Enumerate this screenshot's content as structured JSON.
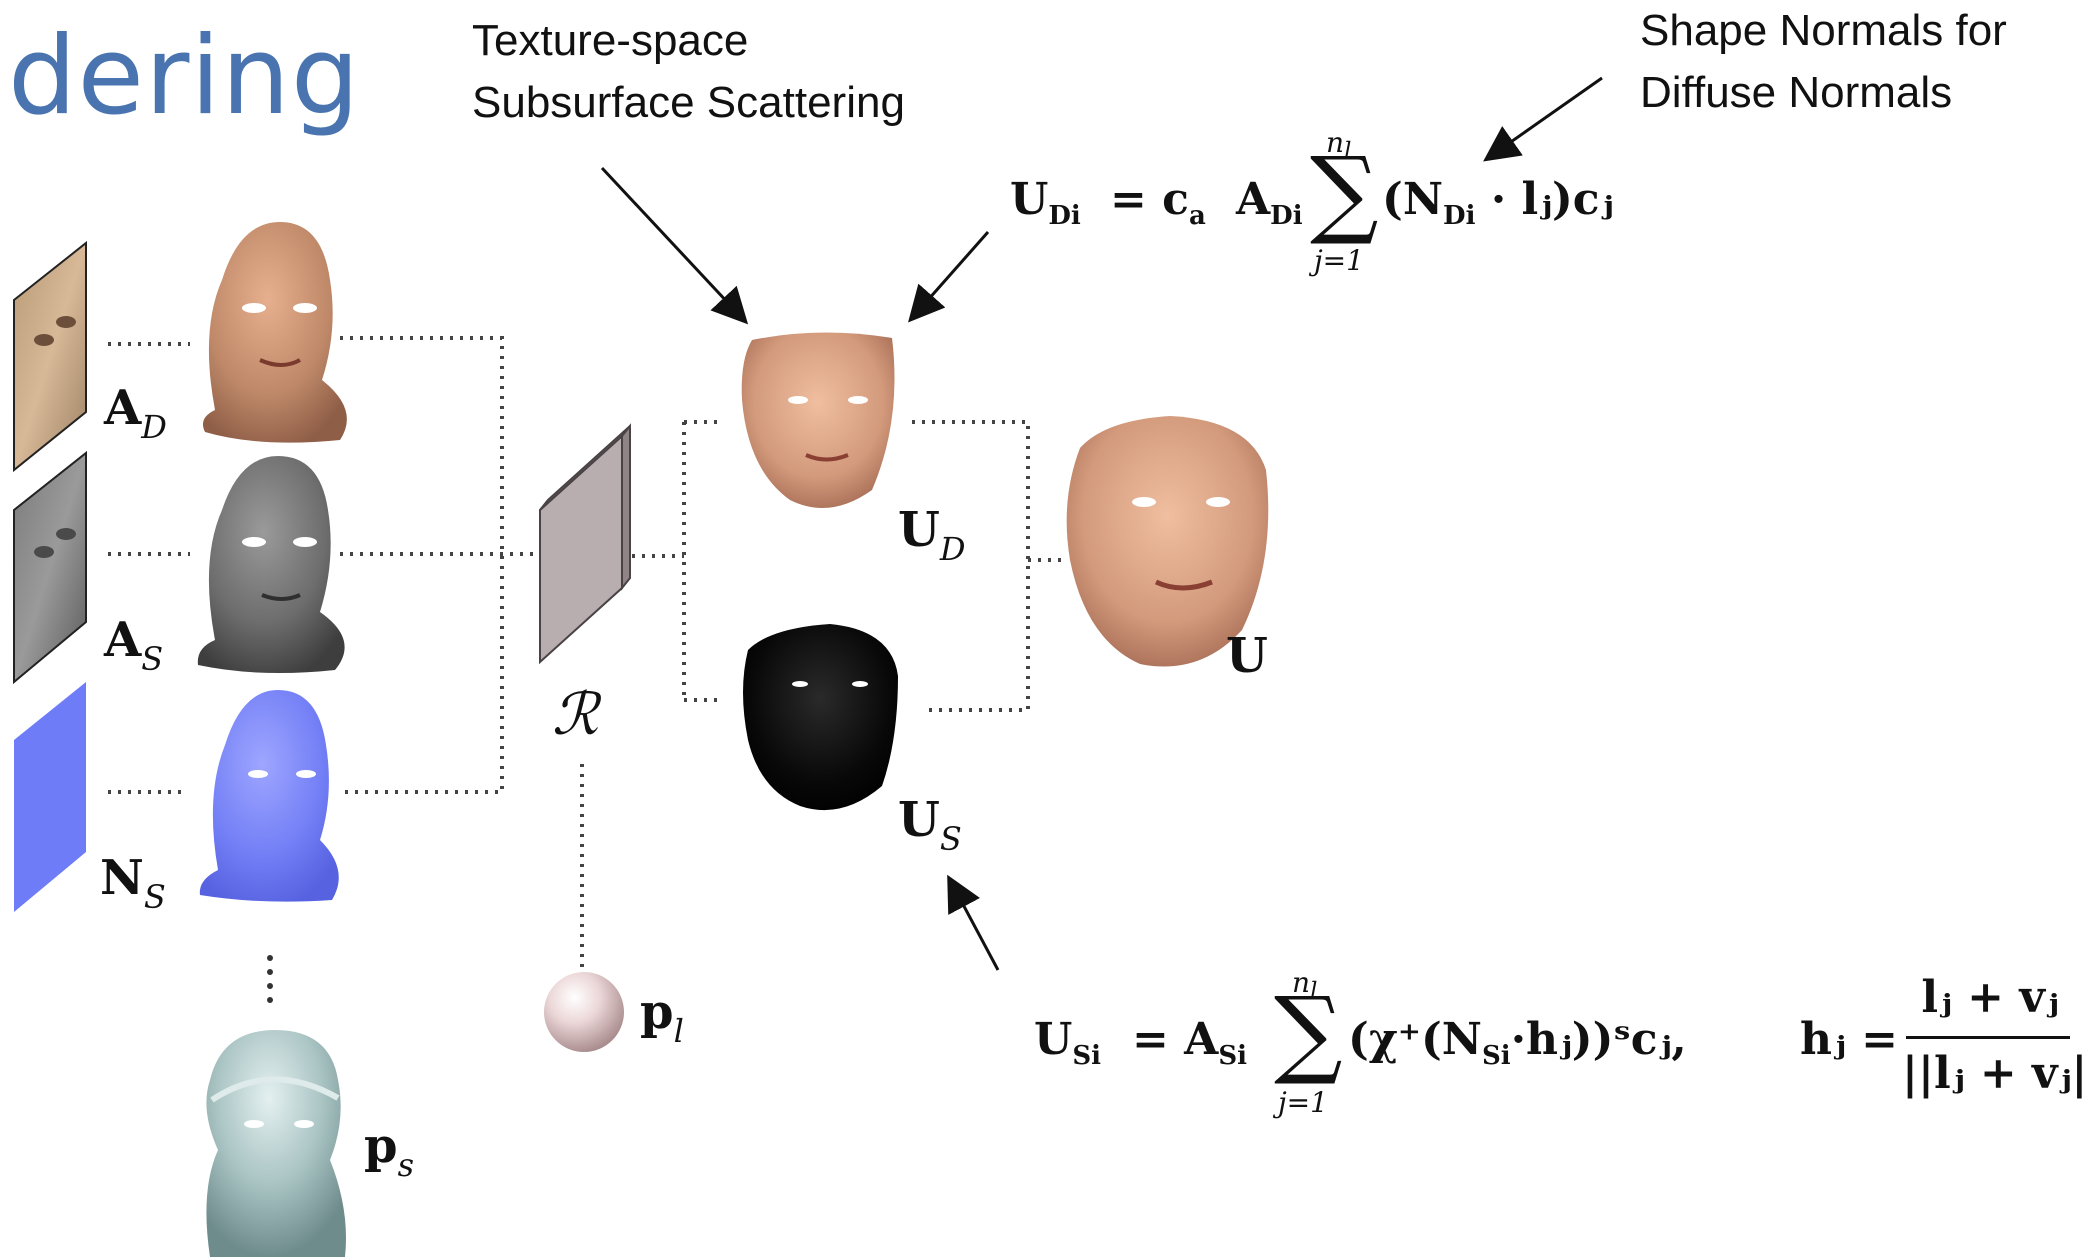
{
  "slide_title": "dering",
  "callouts": {
    "texture_space": [
      "Texture-space",
      "Subsurface Scattering"
    ],
    "shape_normals": [
      "Shape Normals for",
      "Diffuse Normals"
    ]
  },
  "inputs": [
    {
      "symbol": "A",
      "sub": "D"
    },
    {
      "symbol": "A",
      "sub": "S"
    },
    {
      "symbol": "N",
      "sub": "S"
    }
  ],
  "shape_param": {
    "symbol": "p",
    "sub": "s"
  },
  "light_param": {
    "symbol": "p",
    "sub": "l"
  },
  "renderer": {
    "symbol": "ℛ"
  },
  "outputs": {
    "diffuse": {
      "symbol": "U",
      "sub": "D"
    },
    "specular": {
      "symbol": "U",
      "sub": "S"
    },
    "final": {
      "symbol": "U"
    }
  },
  "equations": {
    "diffuse": {
      "lhs": "U",
      "lhs_sub": "Di",
      "mid": "= c",
      "mid_sub": "a",
      "a_term": "A",
      "a_sub": "Di",
      "sum_upper": "n",
      "sum_upper_sub": "l",
      "sum_lower": "j=1",
      "body": "(N",
      "body_sub": "Di",
      "tail": "· lⱼ)cⱼ"
    },
    "specular": {
      "lhs": "U",
      "lhs_sub": "Si",
      "mid": "= A",
      "mid_sub": "Si",
      "sum_upper": "n",
      "sum_upper_sub": "l",
      "sum_lower": "j=1",
      "body": "(χ⁺(N",
      "body_sub": "Si",
      "tail": "·hⱼ))ˢcⱼ,",
      "h_lhs": "hⱼ =",
      "h_num": "lⱼ + vⱼ",
      "h_den": "||lⱼ + vⱼ||"
    }
  },
  "colors": {
    "title": "#4a74b0",
    "normal_map": "#6f7cf7",
    "skin": "#c08a6a",
    "gray_head": "#6d6d6d",
    "specular_face": "#050505",
    "renderer_box": "#b8aeb0",
    "sphere": "#e9d2d3",
    "mannequin": "#a9c3c3"
  }
}
